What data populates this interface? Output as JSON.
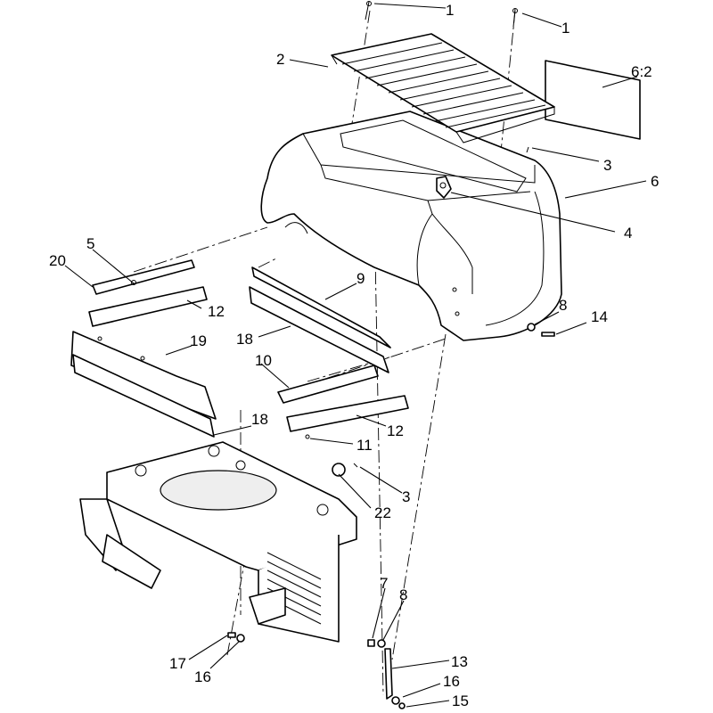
{
  "callouts": [
    {
      "id": "c1a",
      "label": "1"
    },
    {
      "id": "c1b",
      "label": "1"
    },
    {
      "id": "c2",
      "label": "2"
    },
    {
      "id": "c62",
      "label": "6:2"
    },
    {
      "id": "c3a",
      "label": "3"
    },
    {
      "id": "c6",
      "label": "6"
    },
    {
      "id": "c4",
      "label": "4"
    },
    {
      "id": "c5",
      "label": "5"
    },
    {
      "id": "c20",
      "label": "20"
    },
    {
      "id": "c12a",
      "label": "12"
    },
    {
      "id": "c9",
      "label": "9"
    },
    {
      "id": "c18a",
      "label": "18"
    },
    {
      "id": "c19",
      "label": "19"
    },
    {
      "id": "c8a",
      "label": "8"
    },
    {
      "id": "c14",
      "label": "14"
    },
    {
      "id": "c10",
      "label": "10"
    },
    {
      "id": "c12b",
      "label": "12"
    },
    {
      "id": "c18b",
      "label": "18"
    },
    {
      "id": "c11",
      "label": "11"
    },
    {
      "id": "c3b",
      "label": "3"
    },
    {
      "id": "c22",
      "label": "22"
    },
    {
      "id": "c7",
      "label": "7"
    },
    {
      "id": "c8b",
      "label": "8"
    },
    {
      "id": "c13",
      "label": "13"
    },
    {
      "id": "c16a",
      "label": "16"
    },
    {
      "id": "c15",
      "label": "15"
    },
    {
      "id": "c17",
      "label": "17"
    },
    {
      "id": "c16b",
      "label": "16"
    }
  ]
}
